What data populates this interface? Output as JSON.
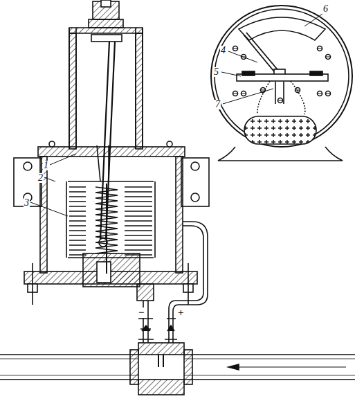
{
  "diagram": {
    "labels": [
      "1",
      "2",
      "3",
      "4",
      "5",
      "6",
      "7",
      "−",
      "+"
    ]
  }
}
